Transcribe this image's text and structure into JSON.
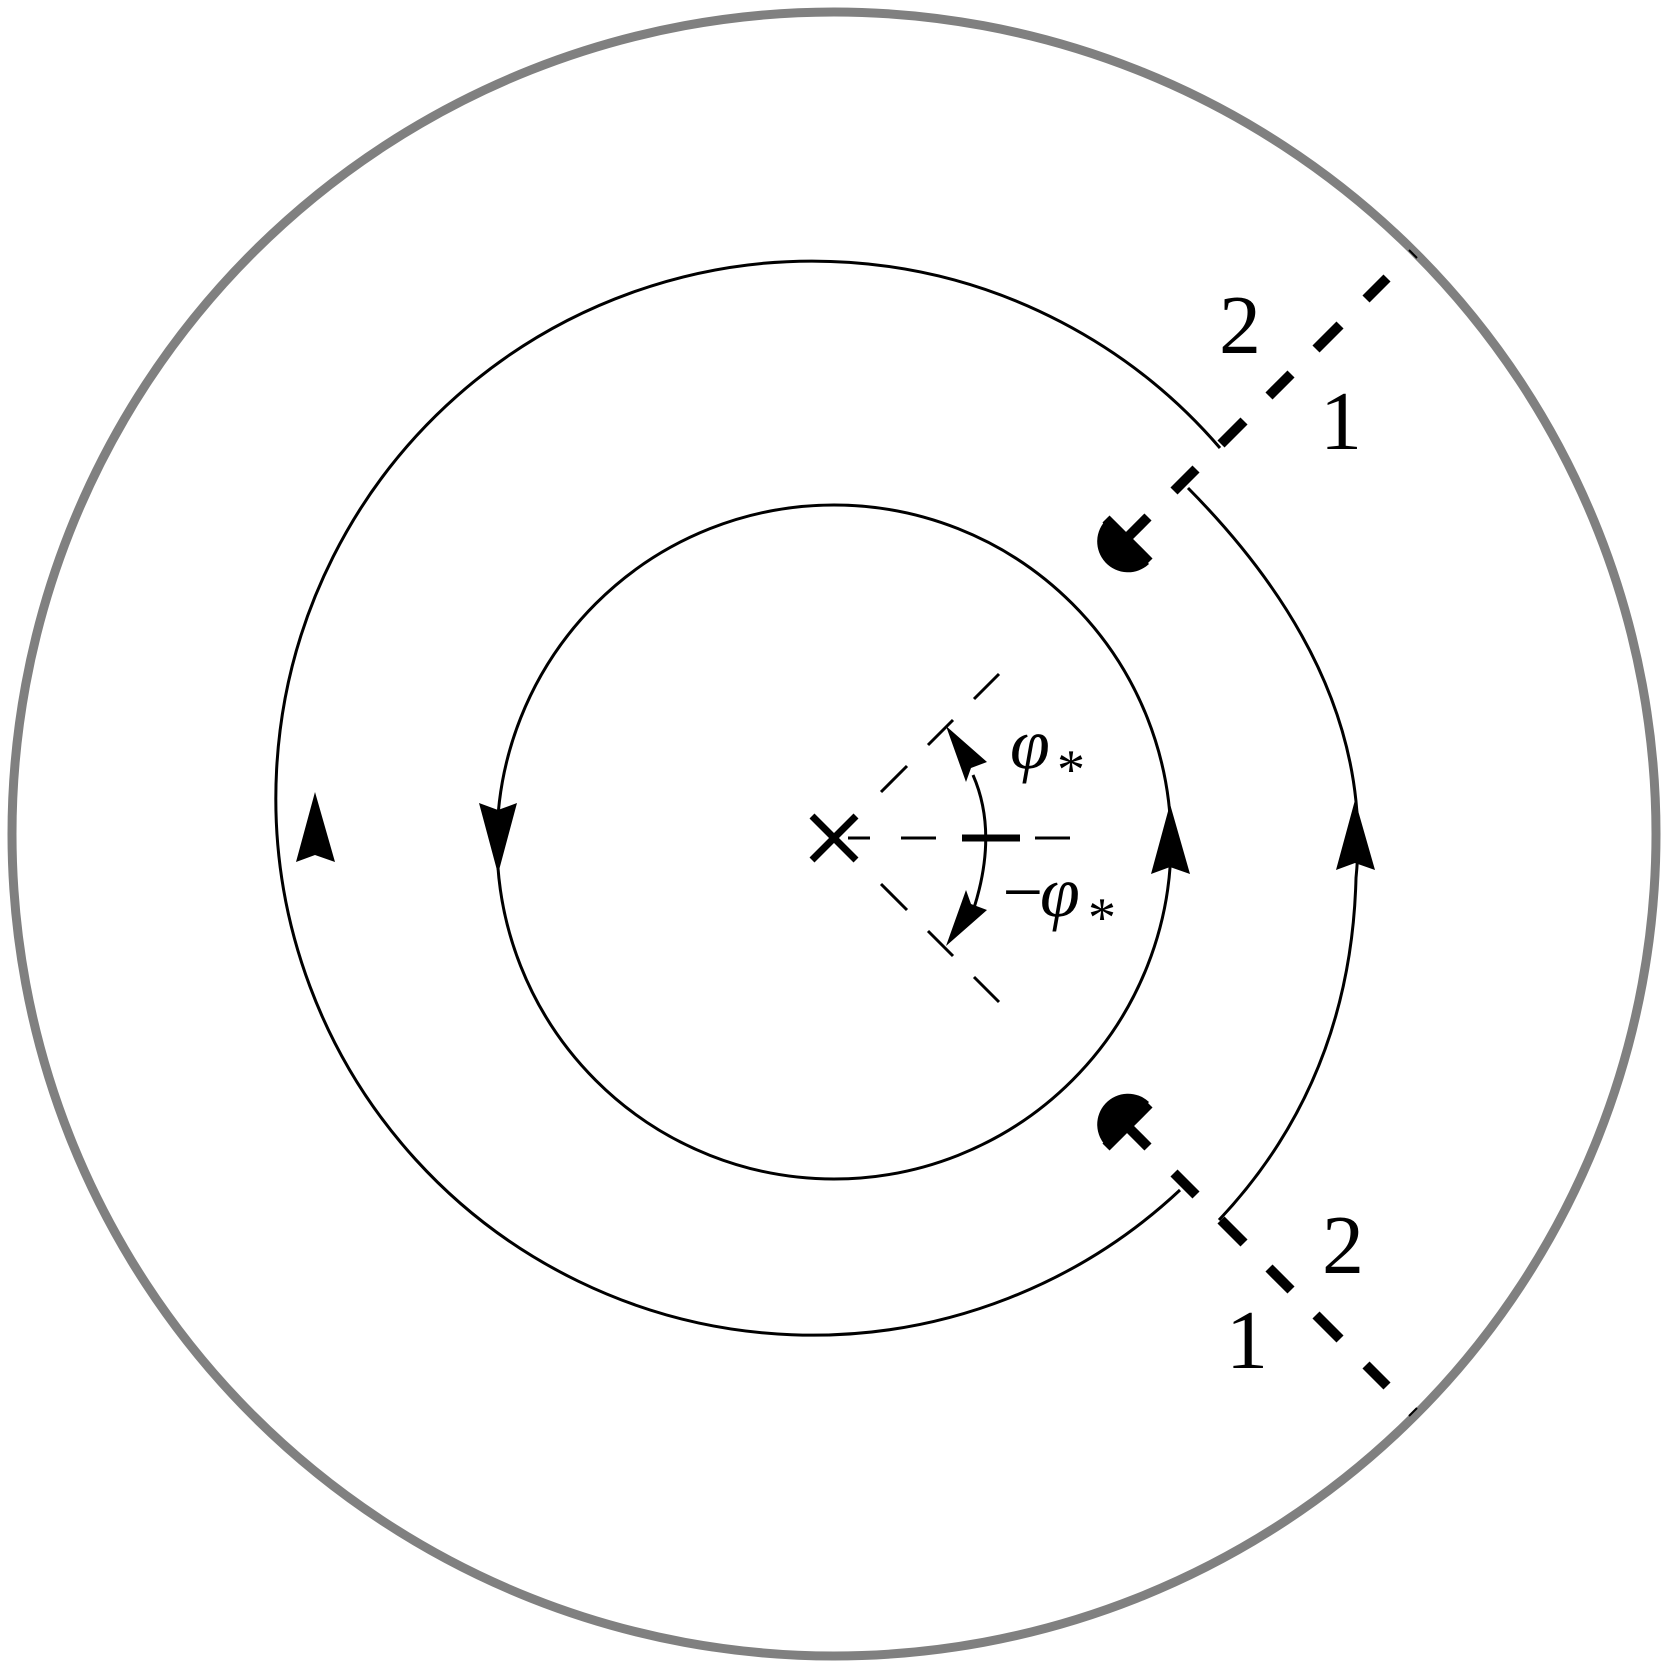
{
  "labels": {
    "upper_cut_outer": "2",
    "upper_cut_inner": "1",
    "lower_cut_outer": "2",
    "lower_cut_inner": "1",
    "phi_plus": "φ",
    "phi_plus_sub": "*",
    "phi_minus_sign": "−",
    "phi_minus": "φ",
    "phi_minus_sub": "*"
  },
  "colors": {
    "stroke": "#000000",
    "boundary": "#808080",
    "background": "#ffffff"
  }
}
